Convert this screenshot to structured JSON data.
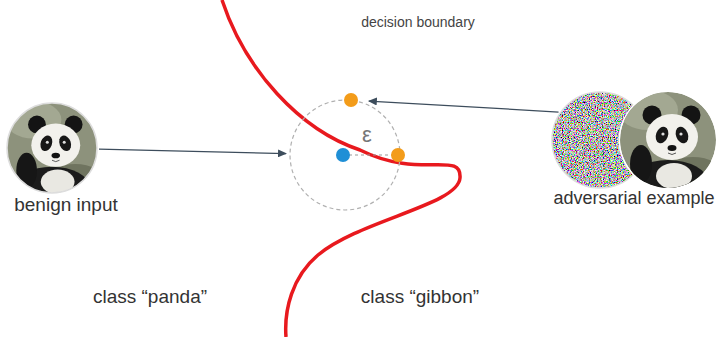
{
  "diagram": {
    "nodes": [
      {
        "text": [
          "benign input"
        ]
      },
      {
        "text": [
          "ε"
        ]
      },
      {
        "text": [
          "adversarial example"
        ]
      }
    ],
    "edges": [
      {
        "from": 0,
        "to": 1,
        "arrow": "to"
      },
      {
        "from": 2,
        "to": 1,
        "arrow": "to"
      }
    ],
    "labels": [
      "decision boundary",
      "class “panda”",
      "class “gibbon”"
    ]
  }
}
